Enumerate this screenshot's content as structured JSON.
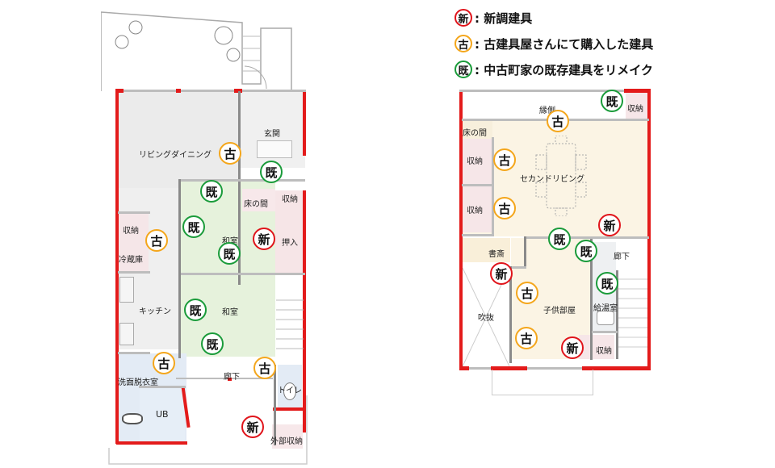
{
  "legend": [
    {
      "symbol": "新",
      "color": "#e0141b",
      "text": ": 新調建具"
    },
    {
      "symbol": "古",
      "color": "#f4a61b",
      "text": ": 古建具屋さんにて購入した建具"
    },
    {
      "symbol": "既",
      "color": "#1a9b3a",
      "text": ": 中古町家の既存建具をリメイク"
    }
  ],
  "floor1": {
    "rooms": {
      "living": "リビングダイニング",
      "entrance": "玄関",
      "tokonoma": "床の間",
      "storage_top": "収納",
      "storage_left": "収納",
      "fridge": "冷蔵庫",
      "washitsu1": "和室",
      "oshiire": "押入",
      "kitchen": "キッチン",
      "washitsu2": "和室",
      "washroom": "洗面脱衣室",
      "corridor": "廊下",
      "toilet": "トイレ",
      "ub": "UB",
      "outdoor_storage": "外部収納"
    },
    "badges": [
      {
        "type": "古",
        "label": "living-fittings"
      },
      {
        "type": "既",
        "label": "entrance-fittings"
      },
      {
        "type": "既",
        "label": "washitsu-top-fittings"
      },
      {
        "type": "既",
        "label": "washitsu-left-fittings"
      },
      {
        "type": "古",
        "label": "storage-fittings"
      },
      {
        "type": "既",
        "label": "washitsu-center-fittings"
      },
      {
        "type": "新",
        "label": "oshiire-fittings"
      },
      {
        "type": "既",
        "label": "kitchen-fittings"
      },
      {
        "type": "既",
        "label": "washitsu-bottom-fittings"
      },
      {
        "type": "古",
        "label": "washroom-fittings"
      },
      {
        "type": "古",
        "label": "toilet-fittings"
      },
      {
        "type": "新",
        "label": "outdoor-storage-fittings"
      }
    ]
  },
  "floor2": {
    "rooms": {
      "engawa": "縁側",
      "storage_tr": "収納",
      "tokonoma": "床の間",
      "storage_l1": "収納",
      "storage_l2": "収納",
      "second_living": "セカンドリビング",
      "study": "書斎",
      "corridor": "廊下",
      "fukinuke": "吹抜",
      "kids_room": "子供部屋",
      "kyutoshitsu": "給湯室",
      "storage_br": "収納"
    },
    "badges": [
      {
        "type": "既",
        "label": "engawa-storage-fittings"
      },
      {
        "type": "古",
        "label": "engawa-fittings"
      },
      {
        "type": "古",
        "label": "storage-l1-fittings"
      },
      {
        "type": "古",
        "label": "storage-l2-fittings"
      },
      {
        "type": "新",
        "label": "living-right-fittings"
      },
      {
        "type": "既",
        "label": "kids-top-fittings"
      },
      {
        "type": "既",
        "label": "corridor-fittings"
      },
      {
        "type": "新",
        "label": "study-fittings"
      },
      {
        "type": "古",
        "label": "kids-left1-fittings"
      },
      {
        "type": "既",
        "label": "kyutoshitsu-fittings"
      },
      {
        "type": "古",
        "label": "kids-left2-fittings"
      },
      {
        "type": "新",
        "label": "storage-br-fittings"
      }
    ]
  }
}
